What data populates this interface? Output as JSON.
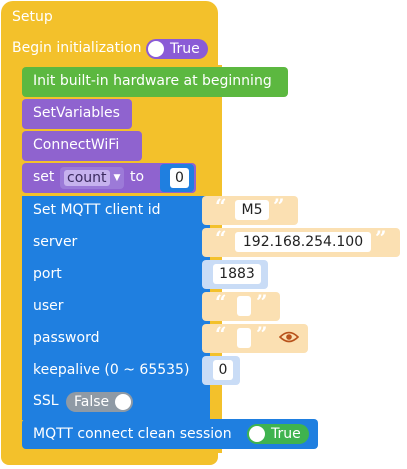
{
  "setup": {
    "title": "Setup",
    "begin_label": "Begin initialization",
    "begin_value": "True"
  },
  "blocks": {
    "init_hardware": "Init built-in hardware at beginning",
    "set_variables": "SetVariables",
    "connect_wifi": "ConnectWiFi",
    "set_label": "set",
    "set_var": "count",
    "to_label": "to",
    "set_value": "0"
  },
  "mqtt": {
    "client_id_label": "Set MQTT client id",
    "client_id_value": "M5",
    "server_label": "server",
    "server_value": "192.168.254.100",
    "port_label": "port",
    "port_value": "1883",
    "user_label": "user",
    "user_value": "",
    "password_label": "password",
    "password_value": "",
    "keepalive_label": "keepalive (0 ~ 65535)",
    "keepalive_value": "0",
    "ssl_label": "SSL",
    "ssl_value": "False",
    "connect_label": "MQTT connect clean session",
    "connect_value": "True"
  },
  "icons": {
    "show_password": "eye-icon",
    "dropdown": "chevron-down-icon"
  },
  "colors": {
    "setup": "#f3c12b",
    "hardware": "#5cb840",
    "procedure": "#8f63cf",
    "mqtt": "#1f7fe0",
    "text_value": "#fbe0b2",
    "number_value": "#c9dcf6"
  }
}
